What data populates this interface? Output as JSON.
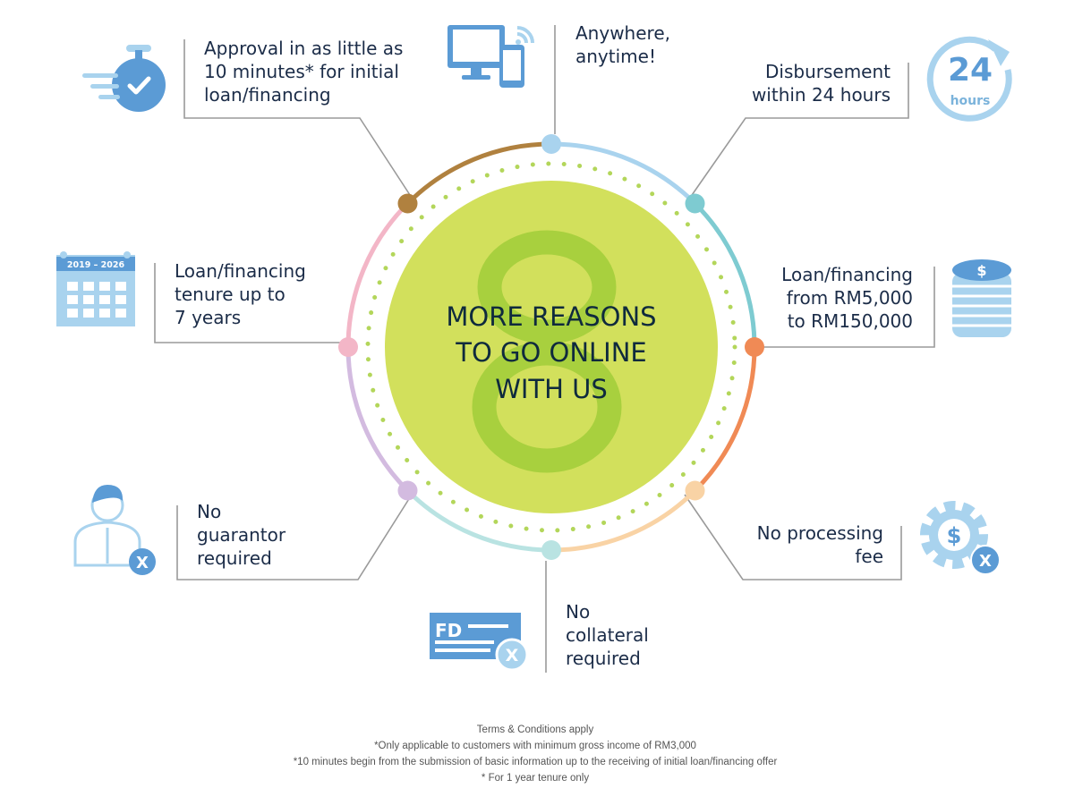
{
  "center": {
    "big_number": "8",
    "title_lines": [
      "MORE REASONS",
      "TO GO ONLINE",
      "WITH US"
    ]
  },
  "reasons": [
    {
      "id": "approval",
      "lines": [
        "Approval in as little as",
        "10 minutes* for initial",
        "loan/financing"
      ],
      "icon": "stopwatch-check-icon",
      "color": "#b0813f"
    },
    {
      "id": "anywhere",
      "lines": [
        "Anywhere,",
        "anytime!"
      ],
      "icon": "devices-wifi-icon",
      "color": "#a9d3ee"
    },
    {
      "id": "disbursement",
      "lines": [
        "Disbursement",
        "within 24 hours"
      ],
      "icon": "24-hours-icon",
      "color": "#7ecbd1",
      "icon_text": [
        "24",
        "hours"
      ]
    },
    {
      "id": "amount",
      "lines": [
        "Loan/financing",
        "from RM5,000",
        "to RM150,000"
      ],
      "icon": "coin-stack-icon",
      "color": "#f08a55",
      "icon_text": [
        "$"
      ]
    },
    {
      "id": "processing",
      "lines": [
        "No processing",
        "fee"
      ],
      "icon": "gear-dollar-x-icon",
      "color": "#f9d3a5",
      "icon_text": [
        "$",
        "X"
      ]
    },
    {
      "id": "collateral",
      "lines": [
        "No",
        "collateral",
        "required"
      ],
      "icon": "fd-card-x-icon",
      "color": "#b9e3e2",
      "icon_text": [
        "FD",
        "X"
      ]
    },
    {
      "id": "guarantor",
      "lines": [
        "No",
        "guarantor",
        "required"
      ],
      "icon": "person-x-icon",
      "color": "#d3bbe0",
      "icon_text": [
        "X"
      ]
    },
    {
      "id": "tenure",
      "lines": [
        "Loan/financing",
        "tenure up to",
        "7 years"
      ],
      "icon": "calendar-icon",
      "color": "#f3b6c7",
      "icon_text": [
        "2019 – 2026"
      ]
    }
  ],
  "footer": [
    "Terms & Conditions apply",
    "*Only applicable to customers with minimum gross income of RM3,000",
    "*10 minutes begin from the submission of basic information up to the receiving of initial loan/financing offer",
    "* For 1 year tenure only"
  ],
  "colors": {
    "text": "#1b2c48",
    "icon_blue": "#5b9bd5",
    "icon_light": "#a9d3ee",
    "circle": "#d2e05c",
    "eight": "#a8d03e",
    "dots": "#b3d65a"
  }
}
